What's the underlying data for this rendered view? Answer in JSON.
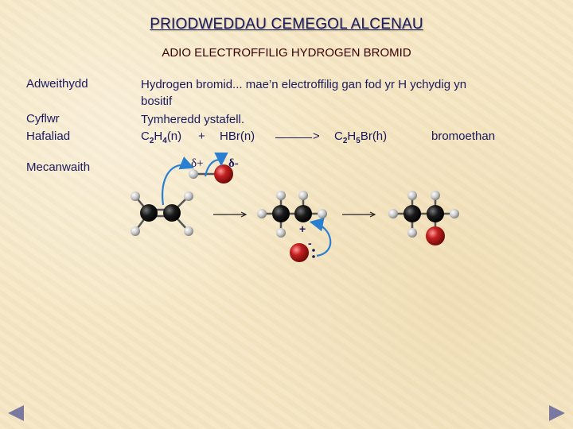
{
  "title": "PRIODWEDDAU CEMEGOL ALCENAU",
  "subtitle": "ADIO ELECTROFFILIG HYDROGEN BROMID",
  "labels": {
    "reagent": "Adweithydd",
    "conditions": "Cyflwr",
    "equation": "Hafaliad",
    "mechanism": "Mecanwaith"
  },
  "reagent_text_1": "Hydrogen bromid... mae’n electroffilig gan fod yr H ychydig yn",
  "reagent_text_2": "bositif",
  "conditions_text": "Tymheredd ystafell.",
  "equation": {
    "reactant1_c": "C",
    "reactant1_c_sub": "2",
    "reactant1_h": "H",
    "reactant1_h_sub": "4",
    "reactant1_state": "(n)",
    "plus": "+",
    "reactant2": "HBr(n)",
    "arrow_head": ">",
    "product_c": "C",
    "product_c_sub": "2",
    "product_h": "H",
    "product_h_sub": "5",
    "product_rest": "Br(h)",
    "product_name": "bromoethan"
  },
  "mechanism": {
    "delta_plus": "δ+",
    "delta_minus": "δ-",
    "carbocation_charge": "+",
    "bromide_charge": "-"
  },
  "colors": {
    "title": "#1a1a5e",
    "subtitle": "#3a0000",
    "carbon": "#111111",
    "hydrogen": "#c8c8c8",
    "bromine": "#b01a1a",
    "curly_arrow": "#2a7fd0"
  }
}
